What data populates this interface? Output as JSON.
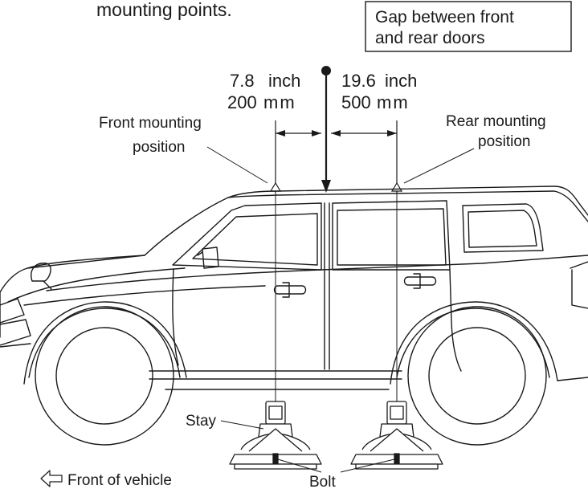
{
  "heading_fragment": "mounting points.",
  "gap_box": {
    "line1": "Gap between front",
    "line2": "and rear doors"
  },
  "dimensions": {
    "front": {
      "inch": "7.8",
      "inch_unit": "inch",
      "mm": "200",
      "mm_unit": "mm"
    },
    "rear": {
      "inch": "19.6",
      "inch_unit": "inch",
      "mm": "500",
      "mm_unit": "mm"
    }
  },
  "labels": {
    "front_mount_1": "Front mounting",
    "front_mount_2": "position",
    "rear_mount_1": "Rear mounting",
    "rear_mount_2": "position",
    "stay": "Stay",
    "bolt": "Bolt",
    "front_of_vehicle": "Front of vehicle"
  },
  "icons": {
    "direction": "arrow-left-outline-icon"
  },
  "colors": {
    "ink": "#1a1a1a",
    "background": "#ffffff"
  }
}
